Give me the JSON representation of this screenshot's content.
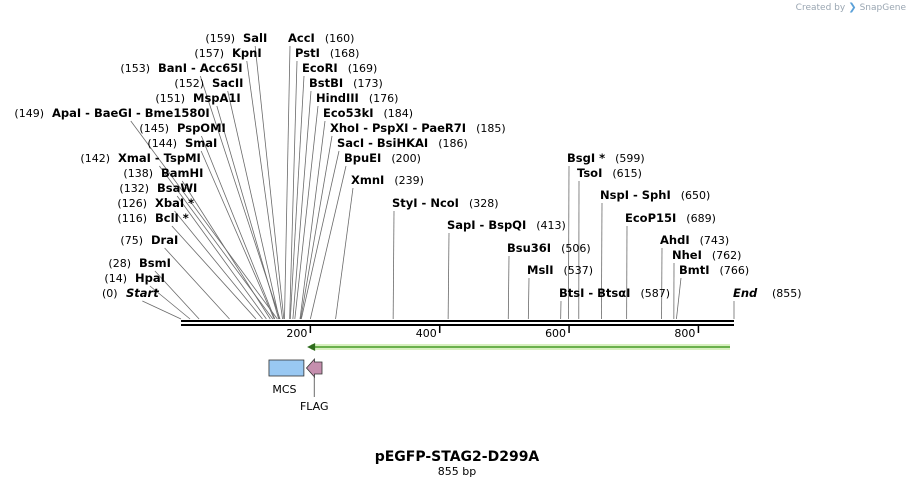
{
  "brand": {
    "prefix": "Created by",
    "name": "SnapGene"
  },
  "map": {
    "title": "pEGFP-STAG2-D299A",
    "length_label": "855 bp",
    "length": 855,
    "ticks": [
      "200",
      "400",
      "600",
      "800"
    ],
    "tick_values": [
      200,
      400,
      600,
      800
    ],
    "start_label": "Start",
    "start_pos": "(0)",
    "end_label": "End",
    "end_pos": "(855)"
  },
  "sites": [
    {
      "names": [
        "SalI"
      ],
      "pos": 159,
      "label": "(159)"
    },
    {
      "names": [
        "KpnI"
      ],
      "pos": 157,
      "label": "(157)"
    },
    {
      "names": [
        "BanI",
        "Acc65I"
      ],
      "pos": 153,
      "label": "(153)"
    },
    {
      "names": [
        "SacII"
      ],
      "pos": 152,
      "label": "(152)"
    },
    {
      "names": [
        "MspA1I"
      ],
      "pos": 151,
      "label": "(151)"
    },
    {
      "names": [
        "ApaI",
        "BaeGI",
        "Bme1580I"
      ],
      "pos": 149,
      "label": "(149)"
    },
    {
      "names": [
        "PspOMI"
      ],
      "pos": 145,
      "label": "(145)"
    },
    {
      "names": [
        "SmaI"
      ],
      "pos": 144,
      "label": "(144)"
    },
    {
      "names": [
        "XmaI",
        "TspMI"
      ],
      "pos": 142,
      "label": "(142)"
    },
    {
      "names": [
        "BamHI"
      ],
      "pos": 138,
      "label": "(138)"
    },
    {
      "names": [
        "BsaWI"
      ],
      "pos": 132,
      "label": "(132)"
    },
    {
      "names": [
        "XbaI *"
      ],
      "pos": 126,
      "label": "(126)"
    },
    {
      "names": [
        "BclI *"
      ],
      "pos": 116,
      "label": "(116)"
    },
    {
      "names": [
        "DraI"
      ],
      "pos": 75,
      "label": "(75)"
    },
    {
      "names": [
        "BsmI"
      ],
      "pos": 28,
      "label": "(28)"
    },
    {
      "names": [
        "HpaI"
      ],
      "pos": 14,
      "label": "(14)"
    },
    {
      "names": [
        "AccI"
      ],
      "pos": 160,
      "label": "(160)"
    },
    {
      "names": [
        "PstI"
      ],
      "pos": 168,
      "label": "(168)"
    },
    {
      "names": [
        "EcoRI"
      ],
      "pos": 169,
      "label": "(169)"
    },
    {
      "names": [
        "BstBI"
      ],
      "pos": 173,
      "label": "(173)"
    },
    {
      "names": [
        "HindIII"
      ],
      "pos": 176,
      "label": "(176)"
    },
    {
      "names": [
        "Eco53kI"
      ],
      "pos": 184,
      "label": "(184)"
    },
    {
      "names": [
        "XhoI",
        "PspXI",
        "PaeR7I"
      ],
      "pos": 185,
      "label": "(185)"
    },
    {
      "names": [
        "SacI",
        "BsiHKAI"
      ],
      "pos": 186,
      "label": "(186)"
    },
    {
      "names": [
        "BpuEI"
      ],
      "pos": 200,
      "label": "(200)"
    },
    {
      "names": [
        "XmnI"
      ],
      "pos": 239,
      "label": "(239)"
    },
    {
      "names": [
        "StyI",
        "NcoI"
      ],
      "pos": 328,
      "label": "(328)"
    },
    {
      "names": [
        "SapI",
        "BspQI"
      ],
      "pos": 413,
      "label": "(413)"
    },
    {
      "names": [
        "Bsu36I"
      ],
      "pos": 506,
      "label": "(506)"
    },
    {
      "names": [
        "MslI"
      ],
      "pos": 537,
      "label": "(537)"
    },
    {
      "names": [
        "BtsI",
        "BtsαI"
      ],
      "pos": 587,
      "label": "(587)"
    },
    {
      "names": [
        "BsgI *"
      ],
      "pos": 599,
      "label": "(599)"
    },
    {
      "names": [
        "TsoI"
      ],
      "pos": 615,
      "label": "(615)"
    },
    {
      "names": [
        "NspI",
        "SphI"
      ],
      "pos": 650,
      "label": "(650)"
    },
    {
      "names": [
        "EcoP15I"
      ],
      "pos": 689,
      "label": "(689)"
    },
    {
      "names": [
        "AhdI"
      ],
      "pos": 743,
      "label": "(743)"
    },
    {
      "names": [
        "NheI"
      ],
      "pos": 762,
      "label": "(762)"
    },
    {
      "names": [
        "BmtI"
      ],
      "pos": 766,
      "label": "(766)"
    }
  ],
  "features": [
    {
      "name": "MCS",
      "start": 136,
      "end": 190,
      "color": "#99c8f2",
      "type": "box"
    },
    {
      "name": "FLAG",
      "start": 194,
      "end": 218,
      "color": "#c58fae",
      "type": "arrow-left"
    },
    {
      "name": "",
      "start": 195,
      "end": 855,
      "color": "#8fd25a",
      "type": "long-arrow-left"
    }
  ]
}
